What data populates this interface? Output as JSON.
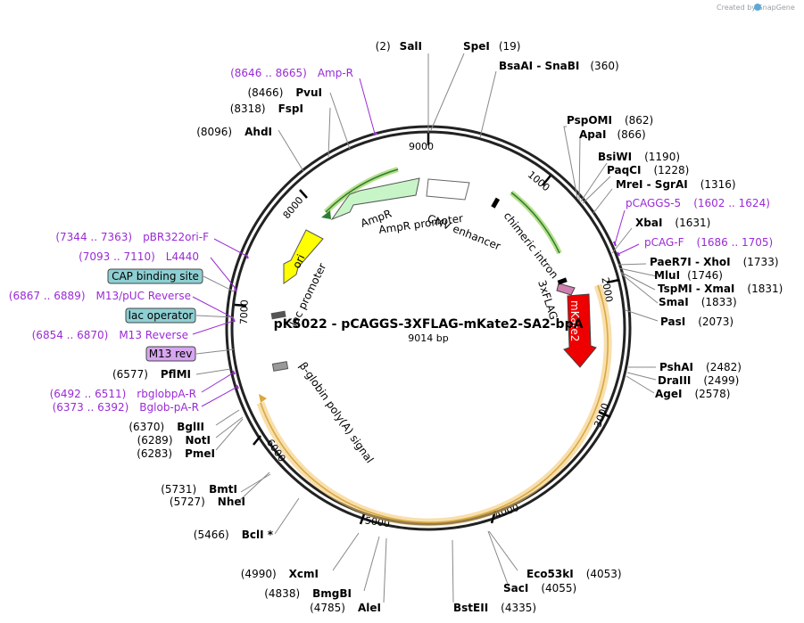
{
  "credit": "Created by SnapGene",
  "plasmid": {
    "name": "pKS022 - pCAGGS-3XFLAG-mKate2-SA2-bpA",
    "length": "9014 bp"
  },
  "ticks": [
    "1000",
    "2000",
    "3000",
    "4000",
    "5000",
    "6000",
    "7000",
    "8000",
    "9000"
  ],
  "sites": [
    {
      "id": "sali",
      "name": "SalI",
      "pos": "(2)",
      "side": "left"
    },
    {
      "id": "spei",
      "name": "SpeI",
      "pos": "(19)",
      "side": "right"
    },
    {
      "id": "bsaai",
      "name": "BsaAI - SnaBI",
      "pos": "(360)",
      "side": "right"
    },
    {
      "id": "pspomi",
      "name": "PspOMI",
      "pos": "(862)",
      "side": "right"
    },
    {
      "id": "apai",
      "name": "ApaI",
      "pos": "(866)",
      "side": "right"
    },
    {
      "id": "bsiwi",
      "name": "BsiWI",
      "pos": "(1190)",
      "side": "right"
    },
    {
      "id": "paqci",
      "name": "PaqCI",
      "pos": "(1228)",
      "side": "right"
    },
    {
      "id": "mrei",
      "name": "MreI - SgrAI",
      "pos": "(1316)",
      "side": "right"
    },
    {
      "id": "xbai",
      "name": "XbaI",
      "pos": "(1631)",
      "side": "right"
    },
    {
      "id": "paer7i",
      "name": "PaeR7I - XhoI",
      "pos": "(1733)",
      "side": "right"
    },
    {
      "id": "mlui",
      "name": "MluI",
      "pos": "(1746)",
      "side": "right"
    },
    {
      "id": "tspmi",
      "name": "TspMI - XmaI",
      "pos": "(1831)",
      "side": "right"
    },
    {
      "id": "smai",
      "name": "SmaI",
      "pos": "(1833)",
      "side": "right"
    },
    {
      "id": "pasi",
      "name": "PasI",
      "pos": "(2073)",
      "side": "right"
    },
    {
      "id": "pshai",
      "name": "PshAI",
      "pos": "(2482)",
      "side": "right"
    },
    {
      "id": "draiii",
      "name": "DraIII",
      "pos": "(2499)",
      "side": "right"
    },
    {
      "id": "agei",
      "name": "AgeI",
      "pos": "(2578)",
      "side": "right"
    },
    {
      "id": "eco53ki",
      "name": "Eco53kI",
      "pos": "(4053)",
      "side": "right"
    },
    {
      "id": "saci",
      "name": "SacI",
      "pos": "(4055)",
      "side": "right"
    },
    {
      "id": "bsteii",
      "name": "BstEII",
      "pos": "(4335)",
      "side": "right"
    },
    {
      "id": "alei",
      "name": "AleI",
      "pos": "(4785)",
      "side": "left"
    },
    {
      "id": "bmgbi",
      "name": "BmgBI",
      "pos": "(4838)",
      "side": "left"
    },
    {
      "id": "xcmi",
      "name": "XcmI",
      "pos": "(4990)",
      "side": "left"
    },
    {
      "id": "bcli",
      "name": "BclI *",
      "pos": "(5466)",
      "side": "left"
    },
    {
      "id": "nhei",
      "name": "NheI",
      "pos": "(5727)",
      "side": "left"
    },
    {
      "id": "bmti",
      "name": "BmtI",
      "pos": "(5731)",
      "side": "left"
    },
    {
      "id": "pmei",
      "name": "PmeI",
      "pos": "(6283)",
      "side": "left"
    },
    {
      "id": "noti",
      "name": "NotI",
      "pos": "(6289)",
      "side": "left"
    },
    {
      "id": "bglii",
      "name": "BglII",
      "pos": "(6370)",
      "side": "left"
    },
    {
      "id": "pflmi",
      "name": "PflMI",
      "pos": "(6577)",
      "side": "left"
    },
    {
      "id": "ahdi",
      "name": "AhdI",
      "pos": "(8096)",
      "side": "left"
    },
    {
      "id": "fspi",
      "name": "FspI",
      "pos": "(8318)",
      "side": "left"
    },
    {
      "id": "pvui",
      "name": "PvuI",
      "pos": "(8466)",
      "side": "left"
    }
  ],
  "primers": [
    {
      "id": "ampr-primer",
      "name": "Amp-R",
      "pos": "(8646 .. 8665)",
      "side": "left"
    },
    {
      "id": "pcaggs5",
      "name": "pCAGGS-5",
      "pos": "(1602 .. 1624)",
      "side": "right"
    },
    {
      "id": "pcagf",
      "name": "pCAG-F",
      "pos": "(1686 .. 1705)",
      "side": "right"
    },
    {
      "id": "pbr322ori",
      "name": "pBR322ori-F",
      "pos": "(7344 .. 7363)",
      "side": "left"
    },
    {
      "id": "l4440",
      "name": "L4440",
      "pos": "(7093 .. 7110)",
      "side": "left"
    },
    {
      "id": "m13puc",
      "name": "M13/pUC Reverse",
      "pos": "(6867 .. 6889)",
      "side": "left"
    },
    {
      "id": "m13rev-primer",
      "name": "M13 Reverse",
      "pos": "(6854 .. 6870)",
      "side": "left"
    },
    {
      "id": "rbglobpa",
      "name": "rbglobpA-R",
      "pos": "(6492 .. 6511)",
      "side": "left"
    },
    {
      "id": "bglobpa",
      "name": "Bglob-pA-R",
      "pos": "(6373 .. 6392)",
      "side": "left"
    }
  ],
  "boxed_features": [
    {
      "id": "cap",
      "label": "CAP binding site",
      "color": "#8ecfd3"
    },
    {
      "id": "lacop",
      "label": "lac operator",
      "color": "#8ecfd3"
    },
    {
      "id": "m13rev",
      "label": "M13 rev",
      "color": "#d7a6f0"
    }
  ],
  "features": {
    "cmv": "CMV enhancer",
    "intron": "chimeric intron",
    "flag": "3xFLAG",
    "mkate": "mKate2",
    "ampr": "AmpR",
    "amprp": "AmpR promoter",
    "ori": "ori",
    "lacp": "lac promoter",
    "bglobin": "β-globin poly(A) signal"
  },
  "colors": {
    "primer": "#9a2bd6",
    "ampr": "#c8f5c8",
    "ori": "#ffff00",
    "mkate": "#ee0000",
    "flag": "#d080b0",
    "cmv": "#ffffff",
    "bglob": "#ffe08a",
    "bglob_edge": "#d9a940",
    "cap_box": "#8ecfd3",
    "m13_box": "#d7a6f0"
  }
}
